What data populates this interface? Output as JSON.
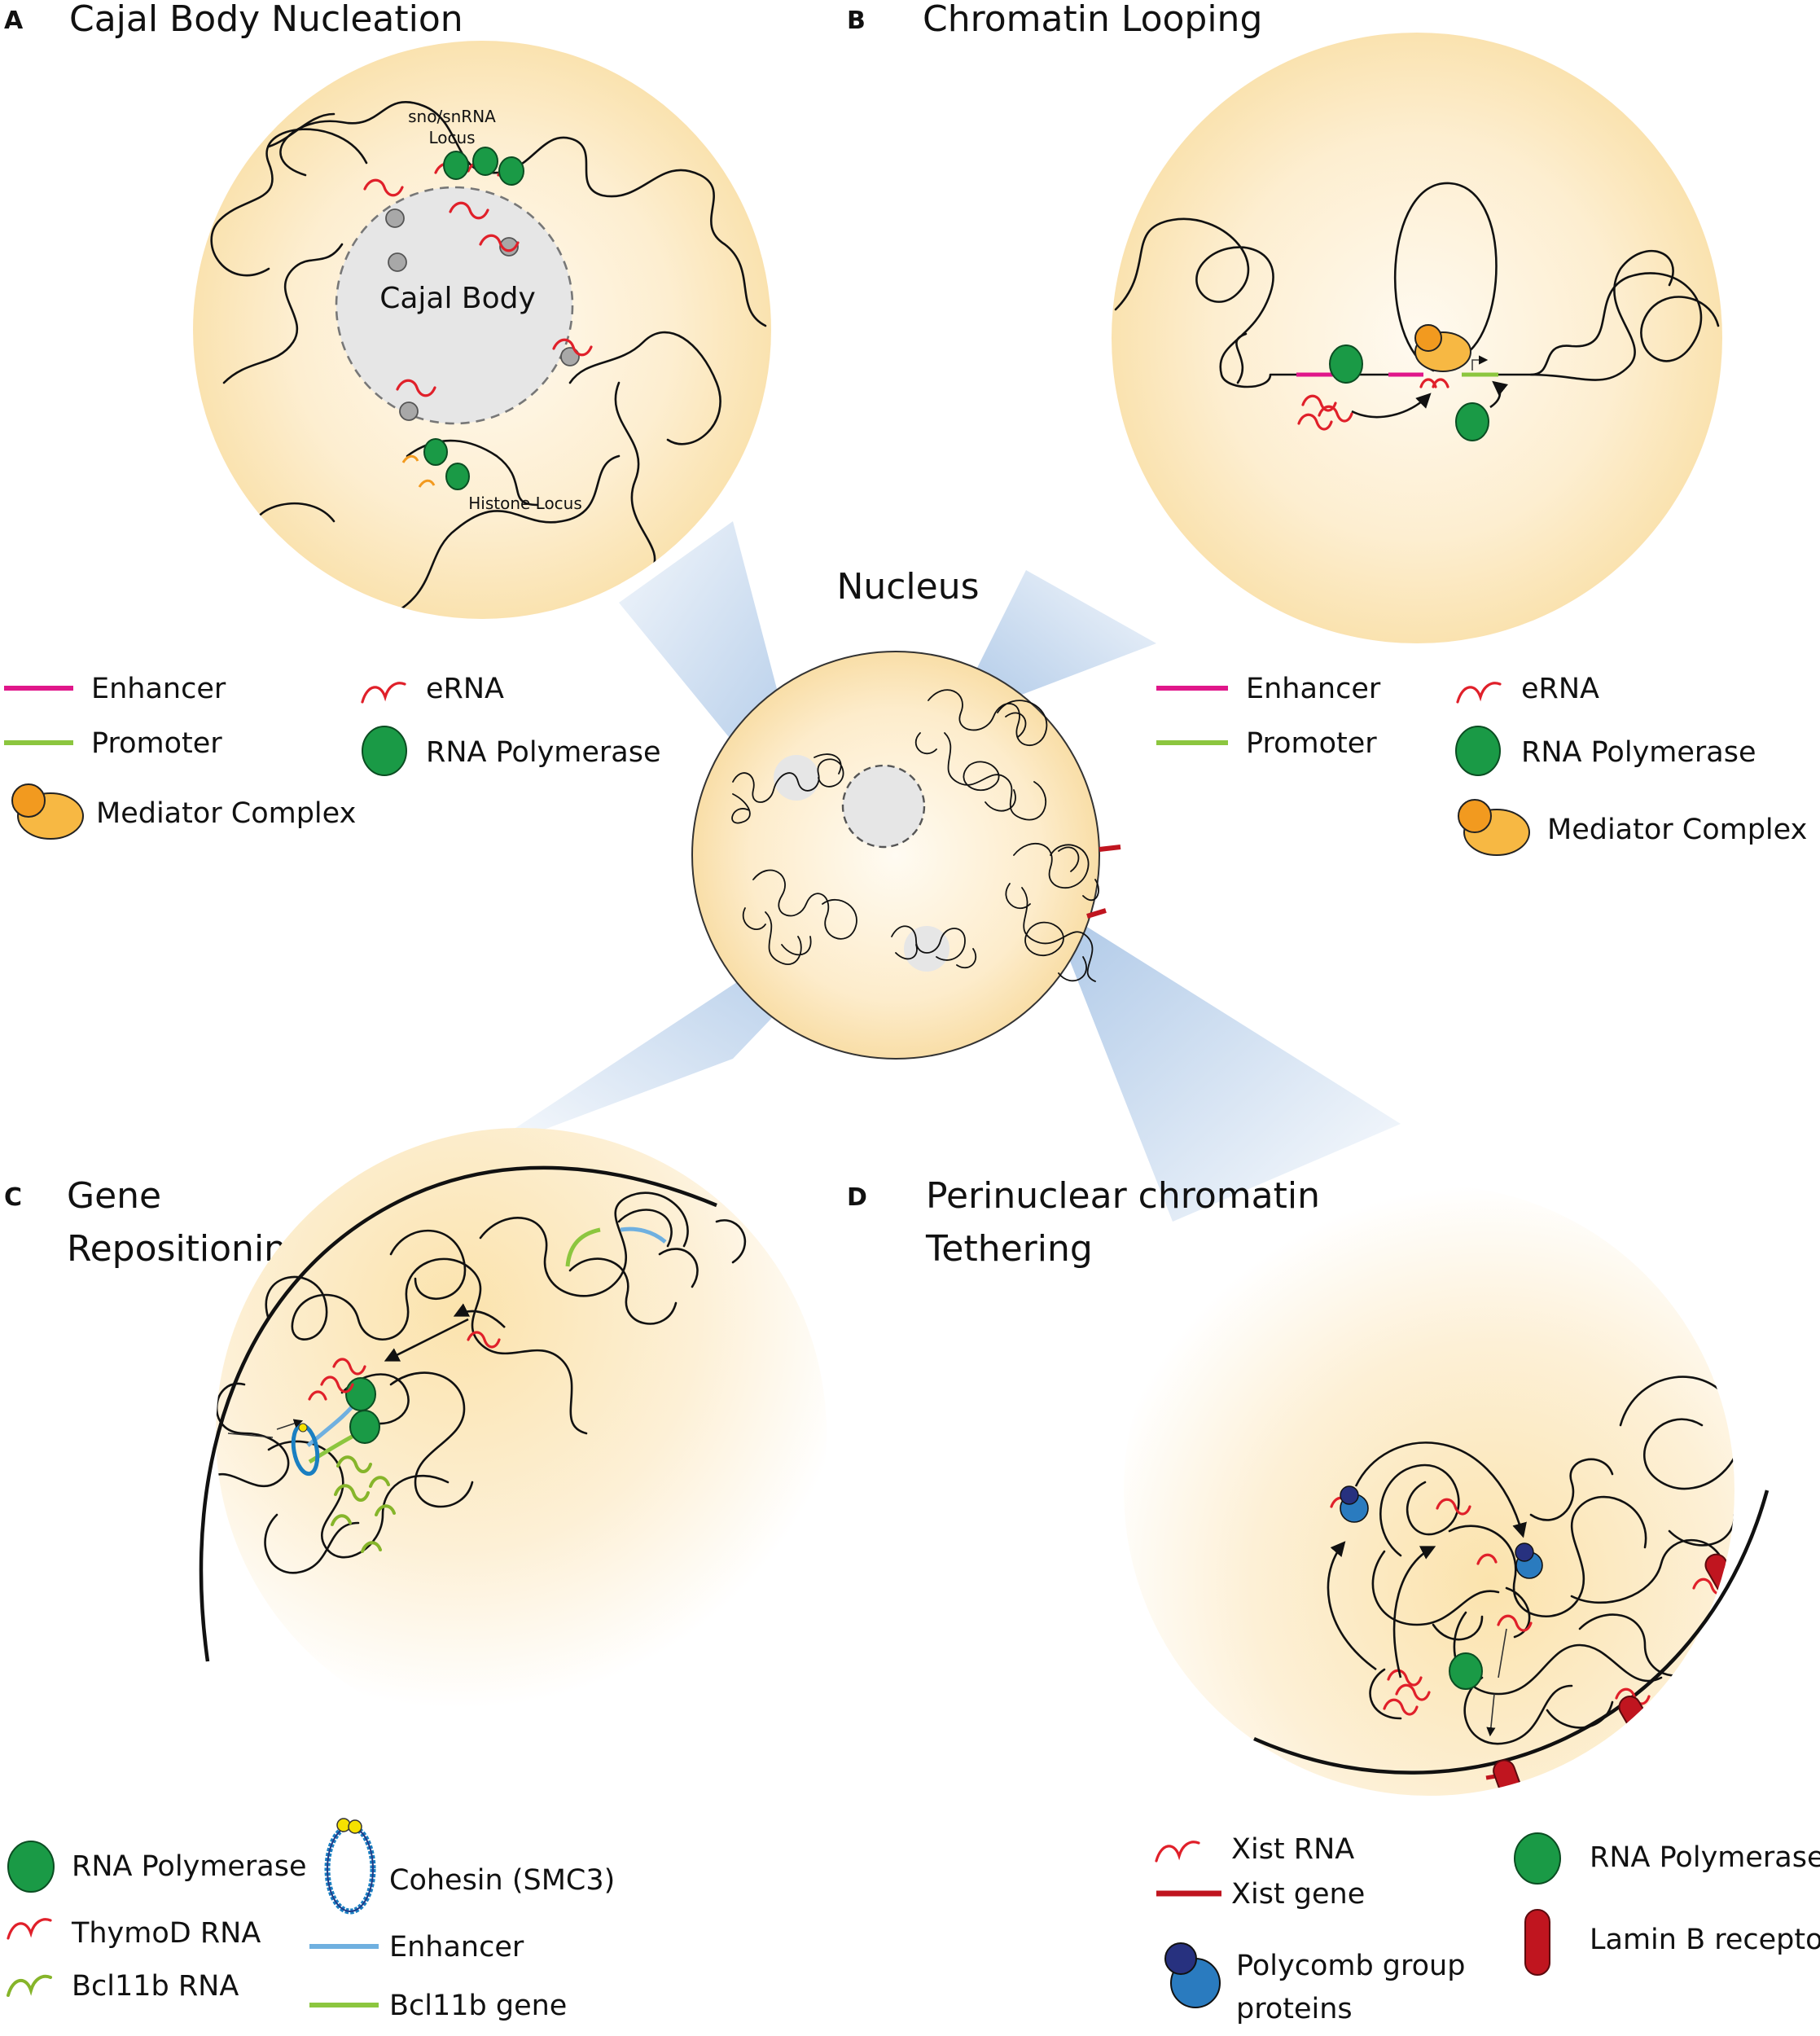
{
  "panels": {
    "a": {
      "letter": "A",
      "title": "Cajal Body Nucleation",
      "labels": {
        "sno_locus_1": "sno/snRNA",
        "sno_locus_2": "Locus",
        "cajal_body": "Cajal Body",
        "histone_locus": "Histone Locus"
      },
      "legend": {
        "enhancer": "Enhancer",
        "promoter": "Promoter",
        "mediator": "Mediator Complex",
        "erna": "eRNA",
        "rna_polymerase": "RNA Polymerase"
      }
    },
    "b": {
      "letter": "B",
      "title": "Chromatin Looping",
      "legend": {
        "enhancer": "Enhancer",
        "promoter": "Promoter",
        "erna": "eRNA",
        "rna_polymerase": "RNA Polymerase",
        "mediator": "Mediator Complex"
      }
    },
    "c": {
      "letter": "C",
      "title_line1": "Gene",
      "title_line2": "Repositioning",
      "legend": {
        "rna_polymerase": "RNA Polymerase",
        "thymod_rna": "ThymoD RNA",
        "bcl11b_rna": "Bcl11b RNA",
        "cohesin": "Cohesin (SMC3)",
        "enhancer": "Enhancer",
        "bcl11b_gene": "Bcl11b gene"
      }
    },
    "d": {
      "letter": "D",
      "title_line1": "Perinuclear chromatin",
      "title_line2": "Tethering",
      "legend": {
        "xist_rna": "Xist RNA",
        "xist_gene": "Xist gene",
        "polycomb_1": "Polycomb group",
        "polycomb_2": "proteins",
        "rna_polymerase": "RNA Polymerase",
        "lamin_b_receptor": "Lamin B receptor"
      }
    }
  },
  "nucleus": {
    "label": "Nucleus"
  },
  "colors": {
    "enhancer_magenta": "#e0168a",
    "promoter_green": "#8cc63f",
    "erna_red": "#e0202a",
    "polymerase_green": "#1a9a46",
    "mediator_orange": "#f29a1f",
    "mediator_light": "#f7b843",
    "cohesin_blue": "#1a7fc1",
    "enhancer_blue": "#6fb0e0",
    "lamin_red": "#c0151f",
    "polycomb_dark": "#27317f",
    "polycomb_blue": "#2a7bbf",
    "circle_fill": "#fbe8bf",
    "cajal_grey": "#e6e6e6",
    "beam_blue": "#a9c5e6"
  }
}
